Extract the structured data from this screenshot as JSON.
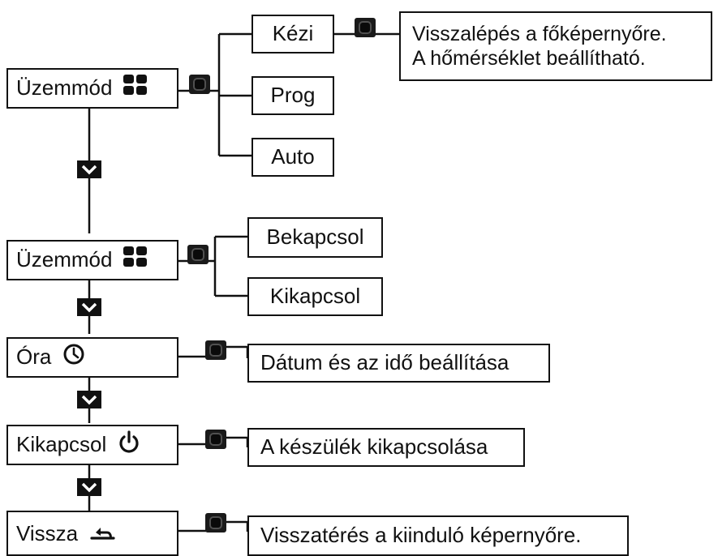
{
  "menu": {
    "mode1": {
      "label": "Üzemmód",
      "icon": "mode-grid-icon"
    },
    "mode2": {
      "label": "Üzemmód",
      "icon": "mode-grid-icon"
    },
    "clock": {
      "label": "Óra",
      "icon": "clock-icon"
    },
    "power": {
      "label": "Kikapcsol",
      "icon": "power-icon"
    },
    "back": {
      "label": "Vissza",
      "icon": "back-arrow-icon"
    }
  },
  "mode1_options": [
    "Kézi",
    "Prog",
    "Auto"
  ],
  "mode2_options": [
    "Bekapcsol",
    "Kikapcsol"
  ],
  "descriptions": {
    "kezi_line1": "Visszalépés a főképernyőre.",
    "kezi_line2": "A hőmérséklet beállítható.",
    "clock": "Dátum és az idő beállítása",
    "power": "A készülék kikapcsolása",
    "back": "Visszatérés a kiinduló képernyőre."
  },
  "colors": {
    "line": "#111111",
    "button": "#1a1a1a"
  }
}
